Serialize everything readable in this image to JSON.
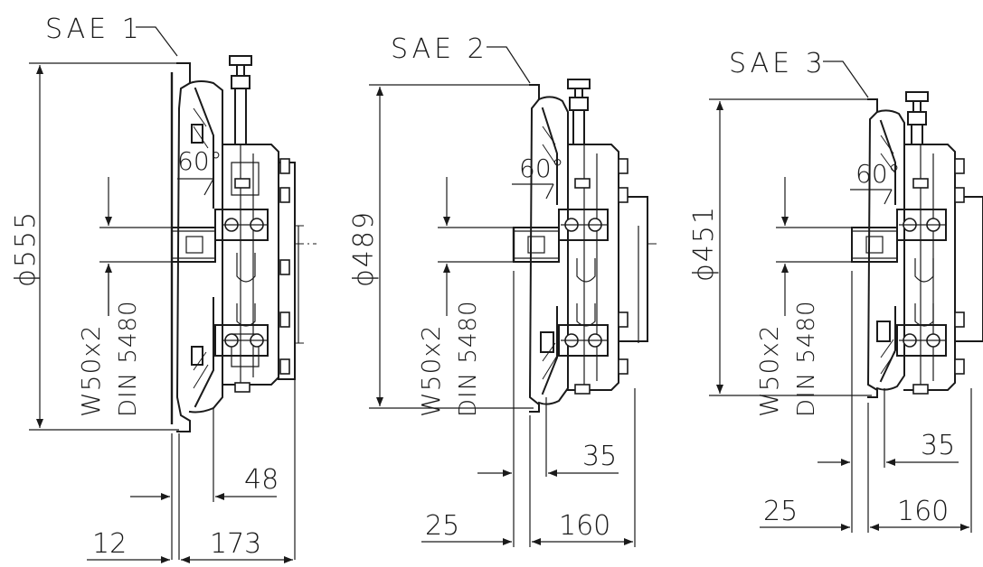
{
  "views": [
    {
      "sae_label": "SAE 1",
      "diameter_label": "ϕ555",
      "spline_label": "W50x2",
      "standard_label": "DIN 5480",
      "angle_label": "60°",
      "dim_a": "12",
      "dim_b": "173",
      "dim_c": "48"
    },
    {
      "sae_label": "SAE 2",
      "diameter_label": "ϕ489",
      "spline_label": "W50x2",
      "standard_label": "DIN 5480",
      "angle_label": "60°",
      "dim_a": "25",
      "dim_b": "160",
      "dim_c": "35"
    },
    {
      "sae_label": "SAE 3",
      "diameter_label": "ϕ451",
      "spline_label": "W50x2",
      "standard_label": "DIN 5480",
      "angle_label": "60°",
      "dim_a": "25",
      "dim_b": "160",
      "dim_c": "35"
    }
  ]
}
